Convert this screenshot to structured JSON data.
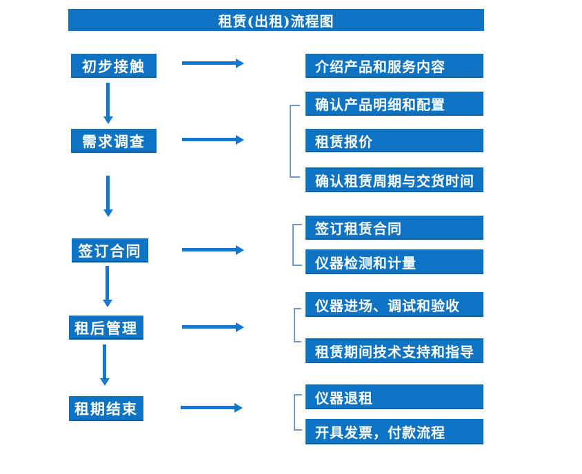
{
  "title": "租赁(出租)流程图",
  "colors": {
    "box_blue": "#0d73c2",
    "arrow_blue": "#1477cc",
    "bracket_blue": "#7193c5",
    "text_white": "#ffffff",
    "page_bg": "#ffffff"
  },
  "flow": [
    {
      "stage": "初步接触",
      "details": [
        "介绍产品和服务内容"
      ]
    },
    {
      "stage": "需求调查",
      "details": [
        "确认产品明细和配置",
        "租赁报价",
        "确认租赁周期与交货时间"
      ]
    },
    {
      "stage": "签订合同",
      "details": [
        "签订租赁合同",
        "仪器检测和计量"
      ]
    },
    {
      "stage": "租后管理",
      "details": [
        "仪器进场、调试和验收",
        "租赁期间技术支持和指导"
      ]
    },
    {
      "stage": "租期结束",
      "details": [
        "仪器退租",
        "开具发票，付款流程"
      ]
    }
  ]
}
